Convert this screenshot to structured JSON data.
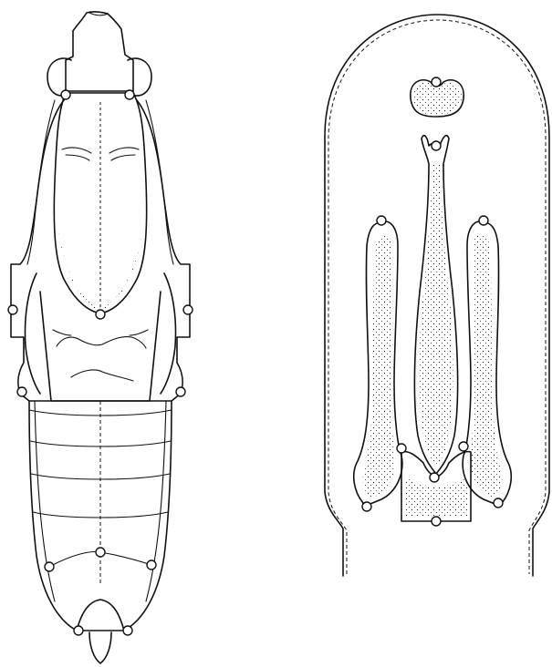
{
  "figure": {
    "panels": [
      {
        "id": "dorsal-view"
      },
      {
        "id": "head-capsule"
      }
    ],
    "ink_color": "#111111",
    "background": "#ffffff",
    "landmark_shape": "open-circle"
  }
}
